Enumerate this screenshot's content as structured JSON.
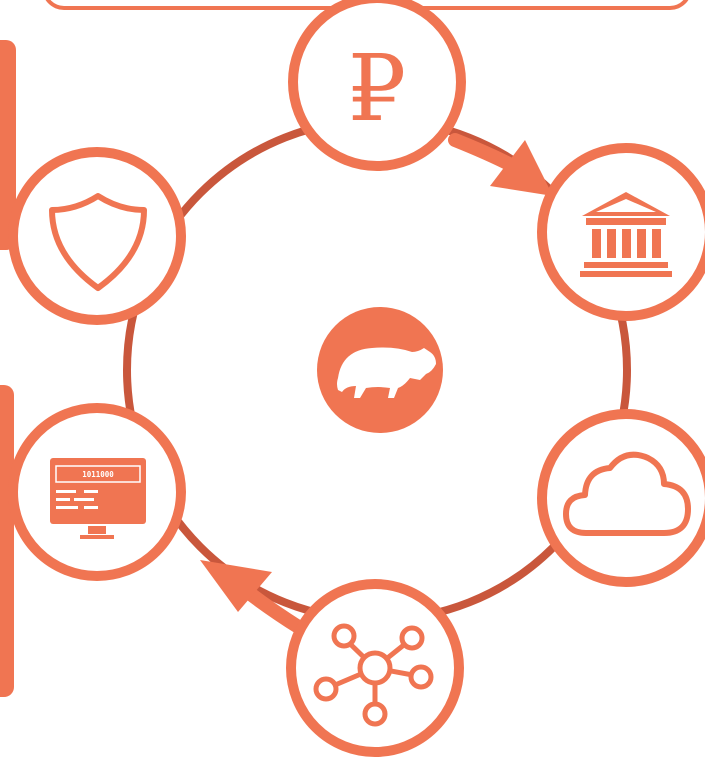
{
  "diagram": {
    "accent_color": "#f07552",
    "ring_color": "#c9573c",
    "center_icon": "bull-icon",
    "nodes": [
      {
        "icon": "ruble-icon",
        "symbol": "₽"
      },
      {
        "icon": "bank-icon"
      },
      {
        "icon": "cloud-icon"
      },
      {
        "icon": "network-icon"
      },
      {
        "icon": "monitor-icon",
        "screen_text": "1011000"
      },
      {
        "icon": "shield-icon"
      }
    ],
    "arrows": [
      "ruble-to-bank",
      "network-to-monitor"
    ]
  }
}
